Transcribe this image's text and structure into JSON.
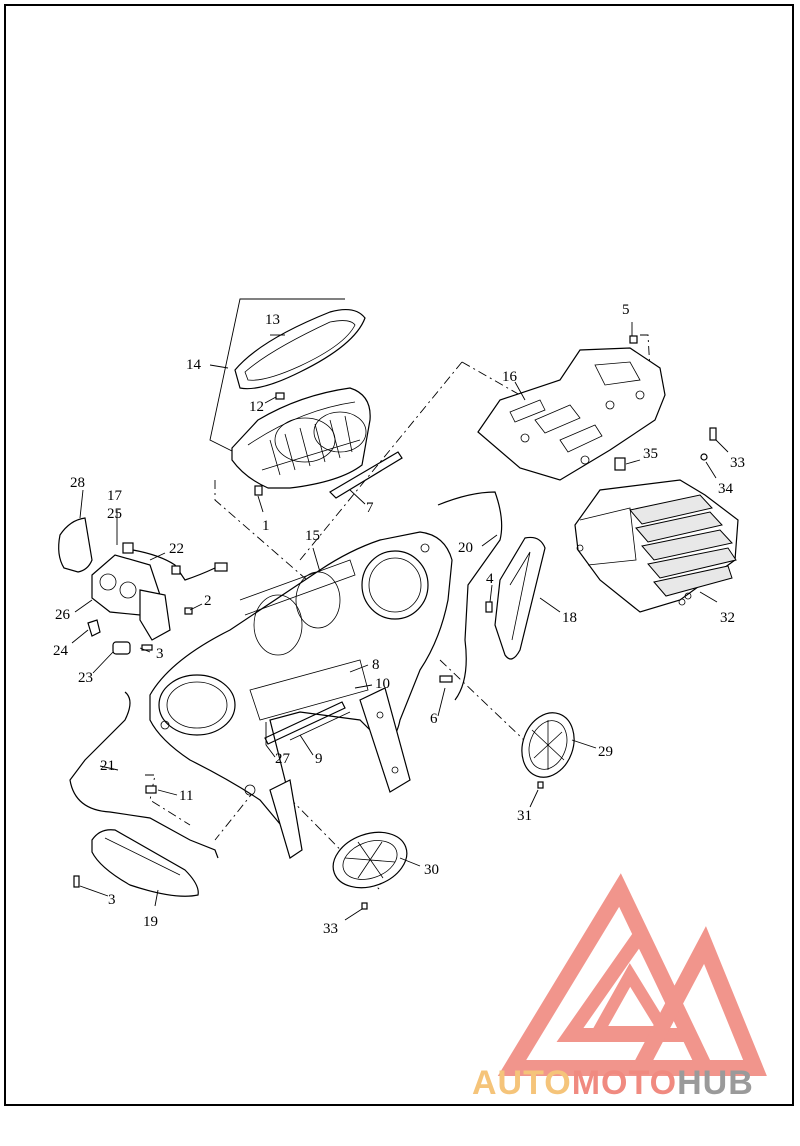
{
  "diagram": {
    "callouts": [
      "1",
      "2",
      "3",
      "3",
      "4",
      "5",
      "6",
      "7",
      "8",
      "9",
      "10",
      "11",
      "12",
      "13",
      "14",
      "15",
      "16",
      "17",
      "18",
      "19",
      "20",
      "21",
      "22",
      "23",
      "24",
      "25",
      "26",
      "27",
      "28",
      "29",
      "30",
      "31",
      "32",
      "33",
      "33",
      "34",
      "35"
    ]
  },
  "watermark": {
    "word_auto": "AUTO",
    "word_moto": "MOTO",
    "word_hub": "HUB",
    "color_primary": "#f08a80",
    "color_secondary": "#f5c47a",
    "color_hub": "#9a9a9a"
  }
}
